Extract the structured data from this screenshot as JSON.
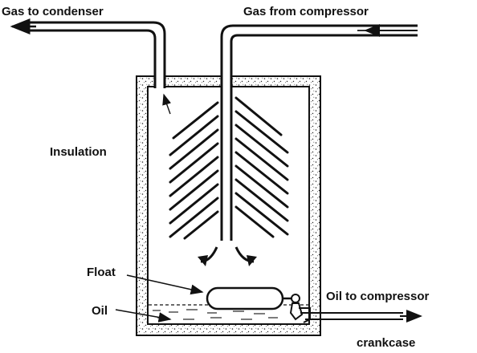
{
  "diagram": {
    "labels": {
      "gas_to_condenser": "Gas to condenser",
      "gas_from_compressor": "Gas from compressor",
      "insulation": "Insulation",
      "float": "Float",
      "oil": "Oil",
      "oil_to_compressor": "Oil to compressor",
      "crankcase": "crankcase"
    },
    "colors": {
      "ink": "#111111",
      "background": "#ffffff"
    }
  }
}
